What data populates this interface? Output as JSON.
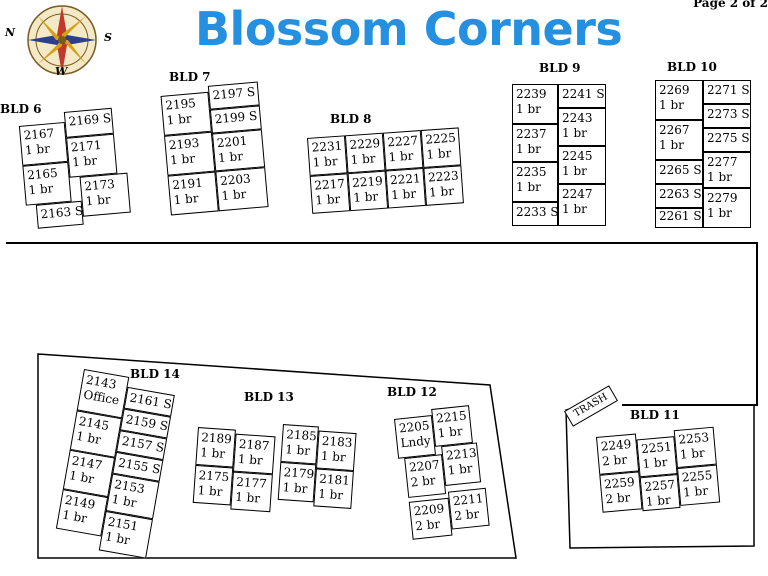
{
  "page": {
    "title": "Blossom Corners",
    "page_number": "Page 2 of 2"
  },
  "compass": {
    "n": "N",
    "s": "S",
    "w": "W"
  },
  "trash_label": "TRASH",
  "buildings": {
    "b6": {
      "label": "BLD 6",
      "units": [
        {
          "num": "2167",
          "info": "1 br"
        },
        {
          "num": "2169 S",
          "info": ""
        },
        {
          "num": "2165",
          "info": "1 br"
        },
        {
          "num": "2171",
          "info": "1 br"
        },
        {
          "num": "2163 S",
          "info": ""
        },
        {
          "num": "2173",
          "info": "1 br"
        }
      ]
    },
    "b7": {
      "label": "BLD 7",
      "units": [
        {
          "num": "2195",
          "info": "1 br"
        },
        {
          "num": "2197 S",
          "info": ""
        },
        {
          "num": "2199 S",
          "info": ""
        },
        {
          "num": "2193",
          "info": "1 br"
        },
        {
          "num": "2201",
          "info": "1 br"
        },
        {
          "num": "2191",
          "info": "1 br"
        },
        {
          "num": "2203",
          "info": "1 br"
        }
      ]
    },
    "b8": {
      "label": "BLD 8",
      "units": [
        {
          "num": "2231",
          "info": "1 br"
        },
        {
          "num": "2229",
          "info": "1 br"
        },
        {
          "num": "2227",
          "info": "1 br"
        },
        {
          "num": "2225",
          "info": "1 br"
        },
        {
          "num": "2217",
          "info": "1 br"
        },
        {
          "num": "2219",
          "info": "1 br"
        },
        {
          "num": "2221",
          "info": "1 br"
        },
        {
          "num": "2223",
          "info": "1 br"
        }
      ]
    },
    "b9": {
      "label": "BLD 9",
      "units": [
        {
          "num": "2239",
          "info": "1 br"
        },
        {
          "num": "2241 S",
          "info": ""
        },
        {
          "num": "2237",
          "info": "1 br"
        },
        {
          "num": "2243",
          "info": "1 br"
        },
        {
          "num": "2235",
          "info": "1 br"
        },
        {
          "num": "2245",
          "info": "1 br"
        },
        {
          "num": "2233 S",
          "info": ""
        },
        {
          "num": "2247",
          "info": "1 br"
        }
      ]
    },
    "b10": {
      "label": "BLD 10",
      "units": [
        {
          "num": "2269",
          "info": "1 br"
        },
        {
          "num": "2271 S",
          "info": ""
        },
        {
          "num": "2273 S",
          "info": ""
        },
        {
          "num": "2267",
          "info": "1 br"
        },
        {
          "num": "2275 S",
          "info": ""
        },
        {
          "num": "2265 S",
          "info": ""
        },
        {
          "num": "2277",
          "info": "1 br"
        },
        {
          "num": "2263 S",
          "info": ""
        },
        {
          "num": "2261 S",
          "info": ""
        },
        {
          "num": "2279",
          "info": "1 br"
        }
      ]
    },
    "b11": {
      "label": "BLD 11",
      "units": [
        {
          "num": "2249",
          "info": "2 br"
        },
        {
          "num": "2251",
          "info": "1 br"
        },
        {
          "num": "2253",
          "info": "1 br"
        },
        {
          "num": "2259",
          "info": "2 br"
        },
        {
          "num": "2257",
          "info": "1 br"
        },
        {
          "num": "2255",
          "info": "1 br"
        }
      ]
    },
    "b12": {
      "label": "BLD 12",
      "units": [
        {
          "num": "2205",
          "info": "Lndy"
        },
        {
          "num": "2215",
          "info": "1 br"
        },
        {
          "num": "2207",
          "info": "2 br"
        },
        {
          "num": "2213",
          "info": "1 br"
        },
        {
          "num": "2209",
          "info": "2 br"
        },
        {
          "num": "2211",
          "info": "2 br"
        }
      ]
    },
    "b13": {
      "label": "BLD 13",
      "units": [
        {
          "num": "2189",
          "info": "1 br"
        },
        {
          "num": "2187",
          "info": "1 br"
        },
        {
          "num": "2175",
          "info": "1 br"
        },
        {
          "num": "2177",
          "info": "1 br"
        },
        {
          "num": "2185",
          "info": "1 br"
        },
        {
          "num": "2183",
          "info": "1 br"
        },
        {
          "num": "2179",
          "info": "1 br"
        },
        {
          "num": "2181",
          "info": "1 br"
        }
      ]
    },
    "b14": {
      "label": "BLD 14",
      "units": [
        {
          "num": "2143",
          "info": "Office"
        },
        {
          "num": "2161 S",
          "info": ""
        },
        {
          "num": "2159 S",
          "info": ""
        },
        {
          "num": "2145",
          "info": "1 br"
        },
        {
          "num": "2157 S",
          "info": ""
        },
        {
          "num": "2155 S",
          "info": ""
        },
        {
          "num": "2147",
          "info": "1 br"
        },
        {
          "num": "2153",
          "info": "1 br"
        },
        {
          "num": "2149",
          "info": "1 br"
        },
        {
          "num": "2151",
          "info": "1 br"
        }
      ]
    }
  },
  "colors": {
    "title": "#2590e0",
    "compass_red": "#c0392b",
    "compass_blue": "#2c3e8c",
    "compass_gold": "#d4a017"
  }
}
